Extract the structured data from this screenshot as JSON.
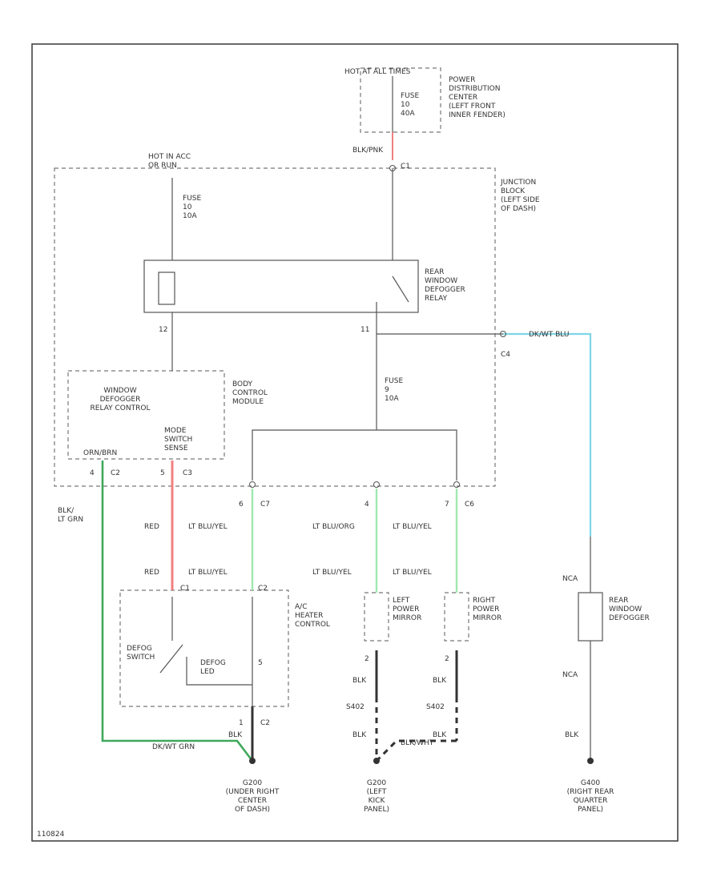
{
  "labels": {
    "fuse_top": "FUSE\n10\n40A",
    "hot_at_all_times": "HOT AT ALL TIMES",
    "power_dist_center": "POWER\nDISTRIBUTION\nCENTER\n(LEFT FRONT\nINNER FENDER)",
    "blk_pnk": "BLK/PNK",
    "c1_top": "C1",
    "hot_in_acc": "HOT IN ACC\nOR RUN",
    "fuse_left": "FUSE\n10\n10A",
    "junction_block": "JUNCTION\nBLOCK\n(LEFT SIDE\nOF DASH)",
    "relay": "REAR\nWINDOW\nDEFOGGER\nRELAY",
    "pin_left_12": "12",
    "pin_right_11": "11",
    "dk_blu_top": "DK/WT BLU",
    "c4": "C4",
    "fuse_mid": "FUSE\n9\n10A",
    "bcm_text": "WINDOW\nDEFOGGER\nRELAY CONTROL",
    "bcm_mode": "MODE\nSWITCH\nSENSE",
    "bcm_label": "BODY\nCONTROL\nMODULE",
    "orn_label": "ORN/BRN",
    "pin_c2_num": "4",
    "pin_c2": "C2",
    "pin_c3_num": "5",
    "pin_c3": "C3",
    "blk_lt_grn": "BLK/\nLT GRN",
    "red_1": "RED",
    "red_2": "RED",
    "lt_blu_yel_1": "LT BLU/YEL",
    "lt_blu_yel_2": "LT BLU/YEL",
    "pin_6": "6",
    "pin_c7": "C7",
    "pin_4": "4",
    "lt_blu_org": "LT BLU/ORG",
    "lt_blu_yel_3": "LT BLU/YEL",
    "lt_blu_yel_4": "LT BLU/YEL",
    "pin_7": "7",
    "pin_c6": "C6",
    "lt_blu_yel_5": "LT BLU/YEL",
    "ac_pin_c1": "C1",
    "ac_pin_c2": "C2",
    "ac_heater": "A/C\nHEATER\nCONTROL",
    "defog_switch": "DEFOG\nSWITCH",
    "defog_led": "DEFOG\nLED",
    "pin_5": "5",
    "pin_1": "1",
    "c2_bottom": "C2",
    "blk_bot_left": "BLK",
    "dk_grn_bottom": "DK/WT GRN",
    "left_mirror": "LEFT\nPOWER\nMIRROR",
    "right_mirror": "RIGHT\nPOWER\nMIRROR",
    "pin_2a": "2",
    "pin_2b": "2",
    "blk_a": "BLK",
    "blk_b": "BLK",
    "s402_a": "S402",
    "s402_b": "S402",
    "blk_c": "BLK",
    "blk_d": "BLK",
    "nca_1": "NCA",
    "nca_2": "NCA",
    "rear_defogger": "REAR\nWINDOW\nDEFOGGER",
    "blk_e": "BLK",
    "ground_1": "G200\n(UNDER RIGHT\nCENTER\nOF DASH)",
    "ground_2": "G200\n(LEFT\nKICK\nPANEL)",
    "ground_3": "G400\n(RIGHT REAR\nQUARTER\nPANEL)",
    "blk_wht": "BLK/WHT",
    "page_id": "110824"
  }
}
